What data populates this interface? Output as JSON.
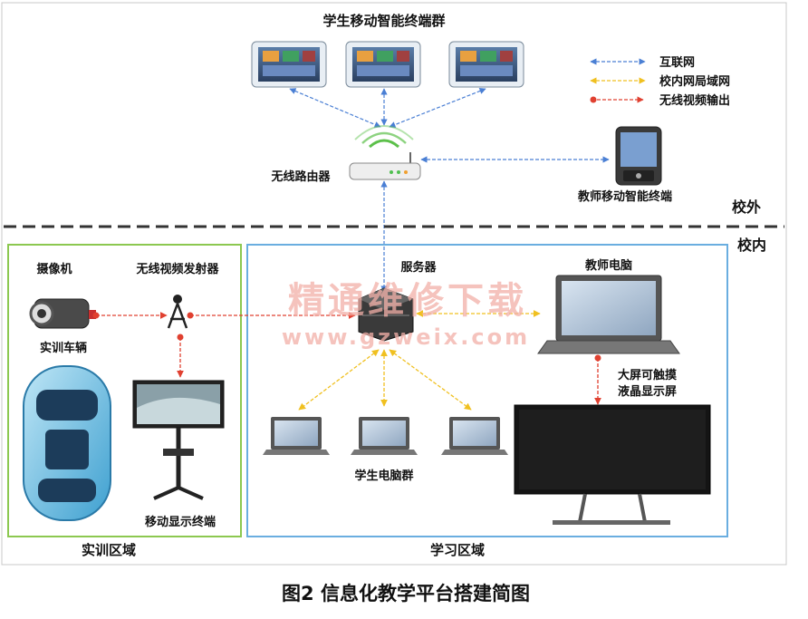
{
  "title": "学生移动智能终端群",
  "legend": [
    {
      "label": "互联网",
      "color": "#4a7fd4"
    },
    {
      "label": "校内网局域网",
      "color": "#f0c020"
    },
    {
      "label": "无线视频输出",
      "color": "#e04030"
    }
  ],
  "zones": {
    "outside": "校外",
    "inside": "校内"
  },
  "nodes": {
    "router": "无线路由器",
    "teacher_mobile": "教师移动智能终端",
    "camera": "摄像机",
    "transmitter": "无线视频发射器",
    "training_vehicle": "实训车辆",
    "mobile_display": "移动显示终端",
    "server": "服务器",
    "teacher_pc": "教师电脑",
    "touch_screen": "大屏可触摸液晶显示屏",
    "student_pcs": "学生电脑群"
  },
  "regions": {
    "training": "实训区域",
    "learning": "学习区域"
  },
  "watermark": {
    "cn": "精通维修下载",
    "url": "www.gzweix.com"
  },
  "caption": "图2 信息化教学平台搭建简图"
}
